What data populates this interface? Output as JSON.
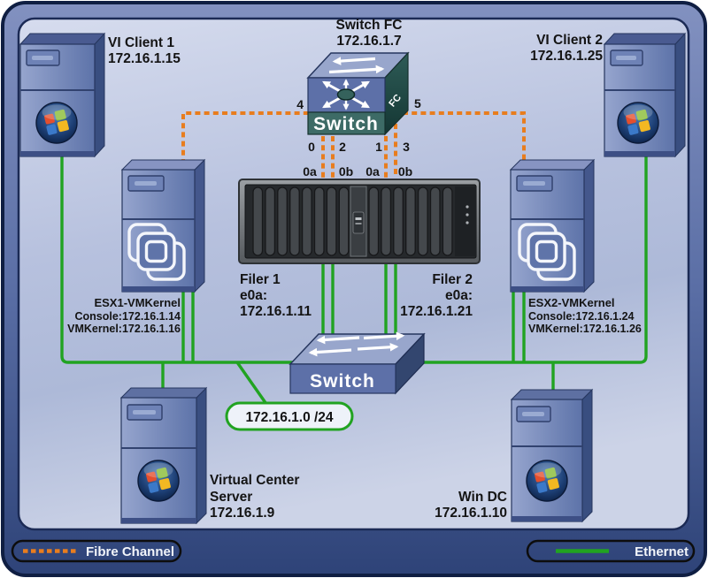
{
  "nodes": {
    "vi_client1": {
      "label": "VI Client 1",
      "ip": "172.16.1.15"
    },
    "vi_client2": {
      "label": "VI Client 2",
      "ip": "172.16.1.25"
    },
    "switch_fc": {
      "title": "Switch FC",
      "ip": "172.16.1.7",
      "body_label": "Switch",
      "side_label": "FC",
      "port_left": "4",
      "port_right": "5",
      "port_b1": "0",
      "port_b2": "2",
      "port_b3": "1",
      "port_b4": "3"
    },
    "storage": {
      "port1": "0a",
      "port2": "0b",
      "port3": "0a",
      "port4": "0b"
    },
    "filer1": {
      "name": "Filer 1",
      "nic": "e0a:",
      "ip": "172.16.1.11"
    },
    "filer2": {
      "name": "Filer 2",
      "nic": "e0a:",
      "ip": "172.16.1.21"
    },
    "esx1": {
      "name": "ESX1-VMKernel",
      "console": "Console:172.16.1.14",
      "vmkernel": "VMKernel:172.16.1.16"
    },
    "esx2": {
      "name": "ESX2-VMKernel",
      "console": "Console:172.16.1.24",
      "vmkernel": "VMKernel:172.16.1.26"
    },
    "switch_eth": {
      "body_label": "Switch"
    },
    "subnet": {
      "label": "172.16.1.0 /24"
    },
    "vcenter": {
      "name_line1": "Virtual Center",
      "name_line2": "Server",
      "ip": "172.16.1.9"
    },
    "windc": {
      "name": "Win DC",
      "ip": "172.16.1.10"
    }
  },
  "legend": {
    "fibre": "Fibre Channel",
    "ethernet": "Ethernet"
  },
  "colors": {
    "fibre_channel": "#E87D1E",
    "ethernet": "#21A321"
  }
}
